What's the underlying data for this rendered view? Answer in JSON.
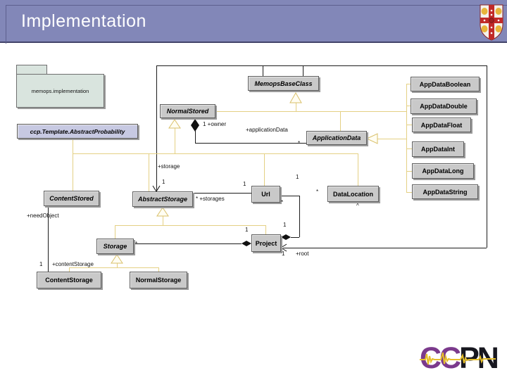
{
  "slide": {
    "title": "Implementation"
  },
  "colors": {
    "titlebar": "#8287b8",
    "generalization_line": "#e4d084",
    "association_line": "#1c1c1c",
    "node_fill": "#c9c9c9",
    "abstract_probability_fill": "#c7c9e2",
    "package_fill": "#d9e4de",
    "logo_cc": "#7b3a8c",
    "logo_pn": "#17171f",
    "logo_wave": "#e6bf2a"
  },
  "logo": {
    "cc": "CC",
    "pn": "PN"
  },
  "diagram": {
    "package": {
      "label": "memops.implementation"
    },
    "classes": [
      {
        "label": "MemopsBaseClass",
        "abstract": true
      },
      {
        "label": "NormalStored",
        "abstract": true
      },
      {
        "label": "ApplicationData",
        "abstract": true
      },
      {
        "label": "AppDataBoolean",
        "abstract": false
      },
      {
        "label": "AppDataDouble",
        "abstract": false
      },
      {
        "label": "AppDataFloat",
        "abstract": false
      },
      {
        "label": "AppDataInt",
        "abstract": false
      },
      {
        "label": "AppDataLong",
        "abstract": false
      },
      {
        "label": "AppDataString",
        "abstract": false
      },
      {
        "label": "ccp.Template.AbstractProbability",
        "abstract": true
      },
      {
        "label": "ContentStored",
        "abstract": true
      },
      {
        "label": "AbstractStorage",
        "abstract": true
      },
      {
        "label": "Url",
        "abstract": false
      },
      {
        "label": "DataLocation",
        "abstract": false
      },
      {
        "label": "Storage",
        "abstract": true
      },
      {
        "label": "Project",
        "abstract": false
      },
      {
        "label": "ContentStorage",
        "abstract": false
      },
      {
        "label": "NormalStorage",
        "abstract": false
      }
    ],
    "edge_labels": [
      {
        "text": "+storage"
      },
      {
        "text": "1"
      },
      {
        "text": "1  +owner"
      },
      {
        "text": "+applicationData"
      },
      {
        "text": "*"
      },
      {
        "text": "+needObject"
      },
      {
        "text": "1"
      },
      {
        "text": "+contentStorage"
      },
      {
        "text": "*  +storages"
      },
      {
        "text": "1"
      },
      {
        "text": "1"
      },
      {
        "text": "*"
      },
      {
        "text": "1"
      },
      {
        "text": "*"
      },
      {
        "text": "^"
      },
      {
        "text": "1"
      },
      {
        "text": "*"
      },
      {
        "text": "1"
      },
      {
        "text": "+root"
      }
    ]
  }
}
